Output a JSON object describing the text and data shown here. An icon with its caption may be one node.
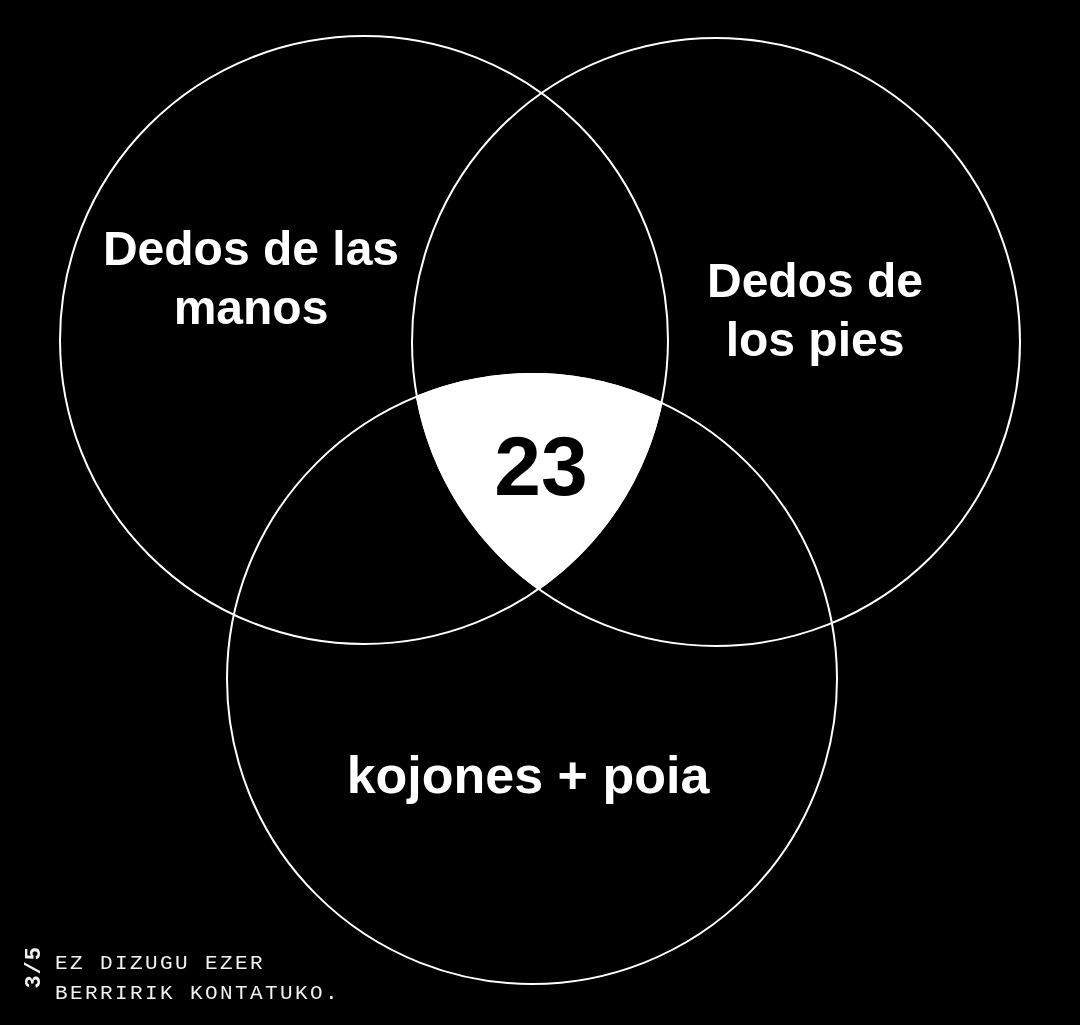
{
  "diagram": {
    "nodes": [
      {
        "text": [
          "Dedos de las manos"
        ]
      },
      {
        "text": [
          "Dedos de los pies"
        ]
      },
      {
        "text": [
          "23"
        ]
      },
      {
        "text": [
          "kojones + poia"
        ]
      }
    ],
    "labels": [
      "3/5",
      "EZ DIZUGU EZER BERRIRIK KONTATUKO."
    ]
  }
}
